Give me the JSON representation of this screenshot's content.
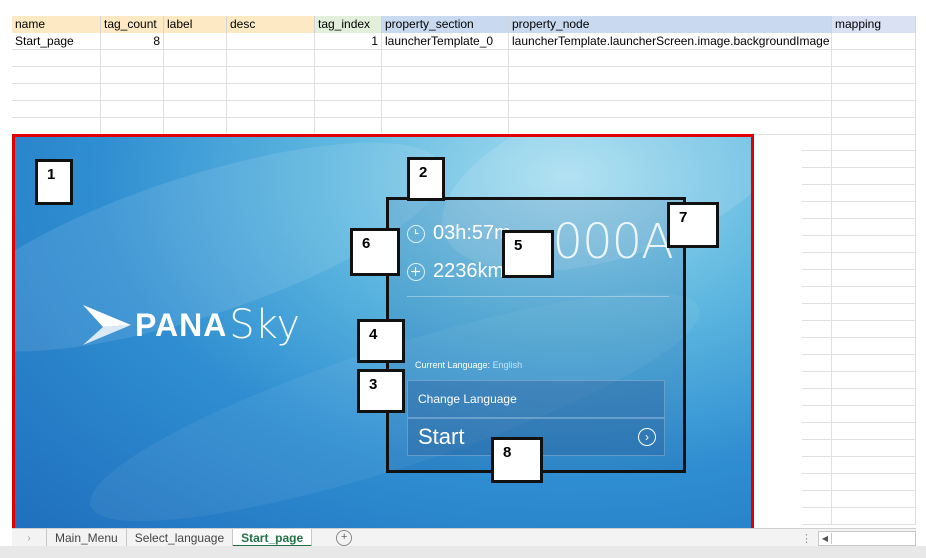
{
  "columns": [
    "name",
    "tag_count",
    "label",
    "desc",
    "tag_index",
    "property_section",
    "property_node",
    "mapping"
  ],
  "row1": {
    "name": "Start_page",
    "tag_count": "8",
    "label": "",
    "desc": "",
    "tag_index": "1",
    "property_section": "launcherTemplate_0",
    "property_node": "launcherTemplate.launcherScreen.image.backgroundImage",
    "mapping": ""
  },
  "screen": {
    "logo_pana": "PANA",
    "logo_sky": "Sky",
    "time": "03h:57m",
    "distance": "2236km",
    "big_value": "000A",
    "current_language_label": "Current Language:",
    "current_language_value": "English",
    "change_language": "Change Language",
    "start": "Start"
  },
  "callouts": [
    "1",
    "2",
    "3",
    "4",
    "5",
    "6",
    "7",
    "8"
  ],
  "tabs": {
    "main_menu": "Main_Menu",
    "select_language": "Select_language",
    "start_page": "Start_page",
    "add_symbol": "+"
  },
  "colors": {
    "frame": "#e00000",
    "header_yellow": "#fde9c4",
    "header_green": "#e2efda",
    "header_blue": "#c9daf0",
    "active_tab": "#217346"
  }
}
